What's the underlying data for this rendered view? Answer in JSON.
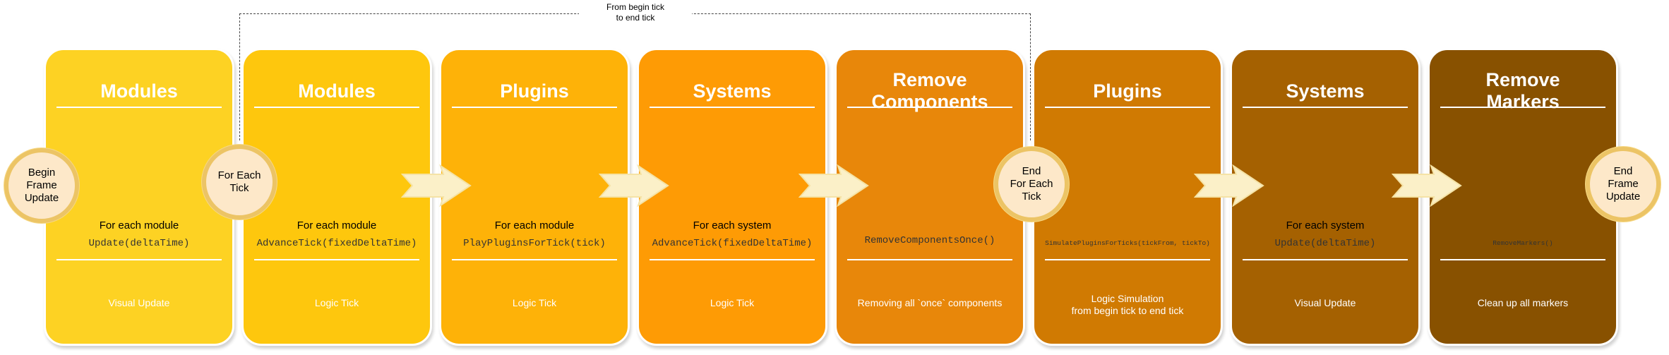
{
  "bracket": {
    "label": "From begin tick\nto end tick"
  },
  "cards": [
    {
      "title": "Modules",
      "label": "For each module",
      "code": "Update(deltaTime)",
      "footer": "Visual Update",
      "color": "#fdd223"
    },
    {
      "title": "Modules",
      "label": "For each module",
      "code": "AdvanceTick(fixedDeltaTime)",
      "footer": "Logic Tick",
      "color": "#fec70d"
    },
    {
      "title": "Plugins",
      "label": "For each module",
      "code": "PlayPluginsForTick(tick)",
      "footer": "Logic Tick",
      "color": "#feb208"
    },
    {
      "title": "Systems",
      "label": "For each system",
      "code": "AdvanceTick(fixedDeltaTime)",
      "footer": "Logic Tick",
      "color": "#fe9b05"
    },
    {
      "title": "Remove\nComponents",
      "label": "",
      "code": "RemoveComponentsOnce()",
      "footer": "Removing all `once` components",
      "color": "#e8870a"
    },
    {
      "title": "Plugins",
      "label": "",
      "code": "SimulatePluginsForTicks(tickFrom, tickTo)",
      "footer": "Logic Simulation\nfrom begin tick to end tick",
      "color": "#d07a02"
    },
    {
      "title": "Systems",
      "label": "For each system",
      "code": "Update(deltaTime)",
      "footer": "Visual Update",
      "color": "#a56101"
    },
    {
      "title": "Remove\nMarkers",
      "label": "",
      "code": "RemoveMarkers()",
      "footer": "Clean up all markers",
      "color": "#885100"
    }
  ],
  "circles": [
    {
      "text": "Begin\nFrame\nUpdate"
    },
    {
      "text": "For Each\nTick"
    },
    {
      "text": "End\nFor Each\nTick"
    },
    {
      "text": "End\nFrame\nUpdate"
    }
  ]
}
